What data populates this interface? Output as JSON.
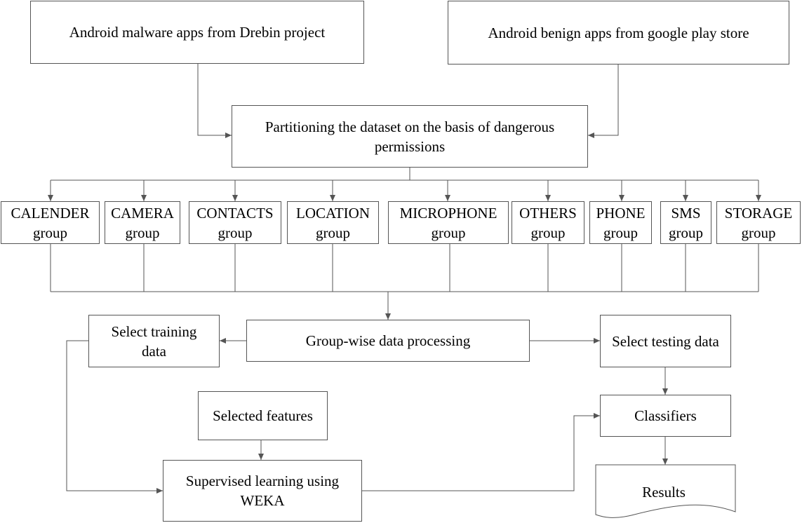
{
  "sources": {
    "malware": "Android malware apps from Drebin project",
    "benign": "Android benign apps from google play store"
  },
  "partition": {
    "line1": "Partitioning the dataset on the basis of dangerous",
    "line2": "permissions"
  },
  "groups": [
    {
      "name": "CALENDER",
      "suffix": "group"
    },
    {
      "name": "CAMERA",
      "suffix": "group"
    },
    {
      "name": "CONTACTS",
      "suffix": "group"
    },
    {
      "name": "LOCATION",
      "suffix": "group"
    },
    {
      "name": "MICROPHONE",
      "suffix": "group"
    },
    {
      "name": "OTHERS",
      "suffix": "group"
    },
    {
      "name": "PHONE",
      "suffix": "group"
    },
    {
      "name": "SMS",
      "suffix": "group"
    },
    {
      "name": "STORAGE",
      "suffix": "group"
    }
  ],
  "processing": "Group-wise data processing",
  "training": {
    "line1": "Select training",
    "line2": "data"
  },
  "testing": "Select testing data",
  "features": "Selected features",
  "supervised": {
    "line1": "Supervised learning using",
    "line2": "WEKA"
  },
  "classifiers": "Classifiers",
  "results": "Results"
}
